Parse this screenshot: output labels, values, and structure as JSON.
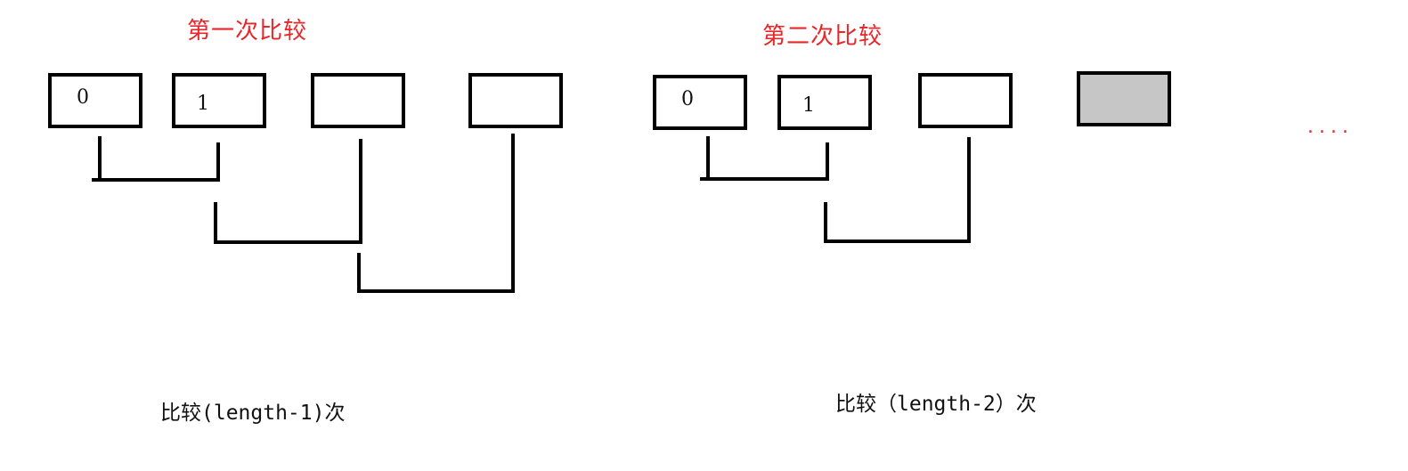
{
  "pass1": {
    "title": "第一次比较",
    "labels": [
      "0",
      "1"
    ],
    "caption": "比较(length-1)次"
  },
  "pass2": {
    "title": "第二次比较",
    "labels": [
      "0",
      "1"
    ],
    "caption": "比较（length-2）次"
  },
  "ellipsis": "....",
  "colors": {
    "title": "#e8262a",
    "line": "#000000",
    "sorted_box_fill": "#c6c6c6"
  }
}
